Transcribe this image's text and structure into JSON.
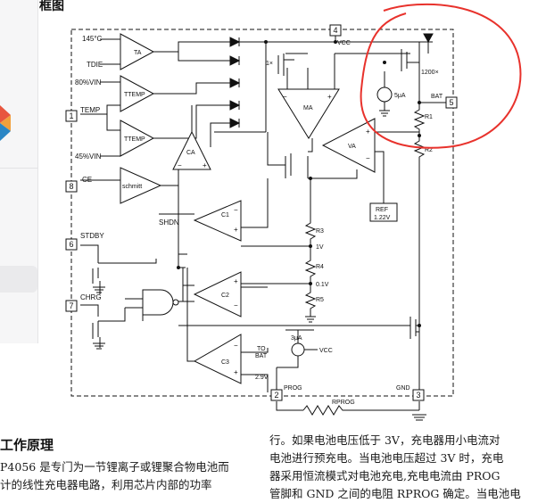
{
  "page": {
    "top_title": "框图",
    "section_title": "工作原理",
    "para_left": [
      "P4056 是专门为一节锂离子或锂聚合物电池而",
      "计的线性充电器电路，利用芯片内部的功率"
    ],
    "para_right": [
      "行。如果电池电压低于 3V，充电器用小电流对",
      "电池进行预充电。当电池电压超过 3V 时，充电",
      "器采用恒流模式对电池充电,充电电流由 PROG",
      "管脚和 GND 之间的电阻 RPROG 确定。当电池电"
    ]
  },
  "diagram": {
    "inputs": {
      "t145": "145°C",
      "tdie": "TDIE",
      "v80": "80%VIN",
      "v45": "45%VIN",
      "temp": "TEMP",
      "ce": "CE",
      "stdby": "STDBY",
      "chrg": "CHRG",
      "shdn": "SHDN"
    },
    "pins": [
      "1",
      "2",
      "3",
      "4",
      "5",
      "6",
      "7",
      "8"
    ],
    "amps": {
      "ta": "TA",
      "ttemp1": "TTEMP",
      "ttemp2": "TTEMP",
      "schmitt": "schmitt",
      "ca": "CA",
      "ma": "MA",
      "va": "VA",
      "c1": "C1",
      "c2": "C2",
      "c3": "C3"
    },
    "labels": {
      "vcc": "VCC",
      "x1": "1×",
      "x1200": "1200×",
      "i5": "5μA",
      "bat": "BAT",
      "r1": "R1",
      "r2": "R2",
      "r3": "R3",
      "r4": "R4",
      "r5": "R5",
      "ref": "REF",
      "ref_v": "1.22V",
      "v1": "1V",
      "v01": "0.1V",
      "i3": "3μA",
      "vcc2": "VCC",
      "to": "TO",
      "to_bat": "BAT",
      "v29": "2.9V",
      "prog": "PROG",
      "gnd": "GND",
      "rprog": "RPROG"
    },
    "colors": {
      "ink": "#111111",
      "annotation": "#e8322c"
    }
  }
}
